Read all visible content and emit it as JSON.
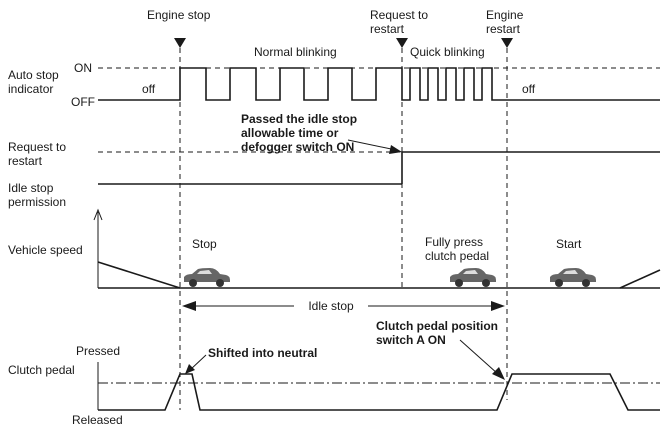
{
  "events": {
    "engine_stop": "Engine stop",
    "request_to_restart": [
      "Request to",
      "restart"
    ],
    "engine_restart": [
      "Engine",
      "restart"
    ]
  },
  "rows": {
    "auto_stop": {
      "label": [
        "Auto stop",
        "indicator"
      ],
      "on": "ON",
      "off_level": "OFF",
      "state_before": "off",
      "state_after": "off",
      "normal_blinking": "Normal blinking",
      "quick_blinking": "Quick blinking"
    },
    "request": {
      "label": [
        "Request to",
        "restart"
      ],
      "note": [
        "Passed the idle stop",
        "allowable time or",
        "defogger switch ON"
      ]
    },
    "idle_permission": {
      "label": [
        "Idle stop",
        "permission"
      ]
    },
    "vehicle_speed": {
      "label": "Vehicle speed",
      "stop": "Stop",
      "fully_press": [
        "Fully press",
        "clutch pedal"
      ],
      "start": "Start",
      "idle_stop": "Idle stop"
    },
    "clutch": {
      "label": "Clutch pedal",
      "pressed": "Pressed",
      "released": "Released",
      "shifted": "Shifted into neutral",
      "switch_note": [
        "Clutch pedal position",
        "switch A ON"
      ]
    }
  }
}
